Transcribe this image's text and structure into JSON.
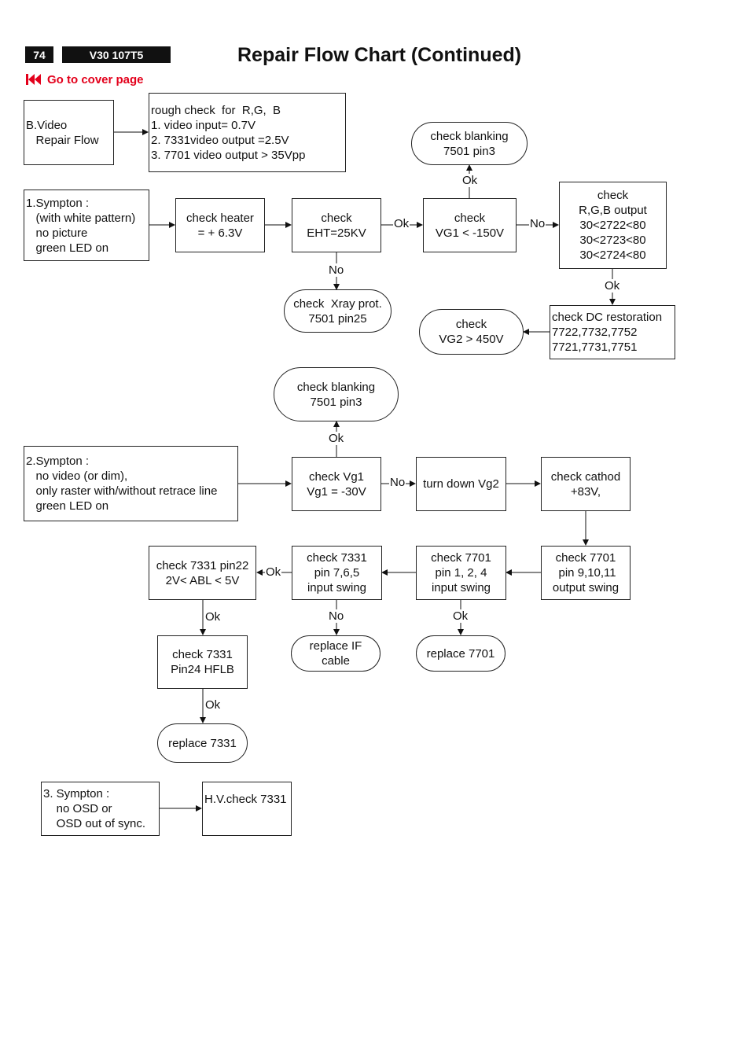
{
  "header": {
    "page_number": "74",
    "model": "V30 107T5",
    "title": "Repair Flow Chart (Continued)",
    "cover_link": "Go to cover page",
    "cover_icon": "skip-to-start-icon",
    "accent_color": "#e3001b"
  },
  "nodes": {
    "bvideo": "B.Video\n   Repair Flow",
    "rough": "rough check  for  R,G,  B\n1. video input= 0.7V\n2. 7331video output =2.5V\n3. 7701 video output > 35Vpp",
    "s1": "1.Sympton :\n   (with white pattern)\n   no picture\n   green LED on",
    "heater": "check heater\n= + 6.3V",
    "eht": "check\nEHT=25KV",
    "vg1_150": "check\nVG1 < -150V",
    "rgb": "check\nR,G,B output\n30<2722<80\n30<2723<80\n30<2724<80",
    "blank1": "check blanking\n7501 pin3",
    "xray": "check  Xray prot.\n7501 pin25",
    "dc": "check DC restoration\n7722,7732,7752\n7721,7731,7751",
    "vg2": "check\nVG2 > 450V",
    "blank2": "check blanking\n7501 pin3",
    "s2": "2.Sympton :\n   no video (or dim),\n   only raster with/without retrace line\n   green LED on",
    "vg1_30": "check Vg1\nVg1 = -30V",
    "turndown": "turn down Vg2",
    "cathod": "check cathod\n+83V,",
    "c7701_out": "check 7701\n pin 9,10,11\noutput swing",
    "c7701_in": "check 7701\npin 1, 2, 4\ninput swing",
    "c7331_in": "check 7331\npin 7,6,5\ninput swing",
    "c7331_22": "check 7331 pin22\n2V< ABL < 5V",
    "replace_if": "replace IF\ncable",
    "replace7701": "replace 7701",
    "c7331_24": "check 7331\nPin24 HFLB",
    "replace7331": "replace 7331",
    "s3": "3. Sympton :\n    no OSD or\n    OSD out of sync.",
    "hv": "H.V.check 7331"
  },
  "edge_labels": {
    "eht_vg1": "Ok",
    "vg1_rgb": "No",
    "vg1_blank": "Ok",
    "eht_xray": "No",
    "rgb_dc": "Ok",
    "vg1b_blank2": "Ok",
    "vg1b_turndown": "No",
    "c7331in_c7331_22": "Ok",
    "c7331in_replaceif": "No",
    "c7701in_replace": "Ok",
    "c7331_22_24": "Ok",
    "c7331_24_replace": "Ok"
  }
}
